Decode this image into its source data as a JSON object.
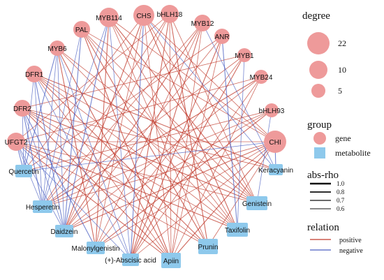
{
  "colors": {
    "gene": "#ee9a9a",
    "metabolite": "#8ec9ec",
    "positive": "#c0392b",
    "negative": "#4a5fc1"
  },
  "nodes": [
    {
      "id": "MYB114",
      "label": "MYB114",
      "type": "gene",
      "label_pos": "left"
    },
    {
      "id": "CHS",
      "label": "CHS",
      "type": "gene",
      "label_pos": "center"
    },
    {
      "id": "bHLH18",
      "label": "bHLH18",
      "type": "gene",
      "label_pos": "center"
    },
    {
      "id": "MYB12",
      "label": "MYB12",
      "type": "gene",
      "label_pos": "center"
    },
    {
      "id": "PAL",
      "label": "PAL",
      "type": "gene",
      "label_pos": "center"
    },
    {
      "id": "ANR",
      "label": "ANR",
      "type": "gene",
      "label_pos": "center"
    },
    {
      "id": "MYB6",
      "label": "MYB6",
      "type": "gene",
      "label_pos": "left"
    },
    {
      "id": "MYB1",
      "label": "MYB1",
      "type": "gene",
      "label_pos": "center"
    },
    {
      "id": "DFR1",
      "label": "DFR1",
      "type": "gene",
      "label_pos": "center"
    },
    {
      "id": "MYB24",
      "label": "MYB24",
      "type": "gene",
      "label_pos": "center"
    },
    {
      "id": "DFR2",
      "label": "DFR2",
      "type": "gene",
      "label_pos": "center"
    },
    {
      "id": "bHLH93",
      "label": "bHLH93",
      "type": "gene",
      "label_pos": "center"
    },
    {
      "id": "UFGT2",
      "label": "UFGT2",
      "type": "gene",
      "label_pos": "center"
    },
    {
      "id": "CHI",
      "label": "CHI",
      "type": "gene",
      "label_pos": "center"
    },
    {
      "id": "Quercetin",
      "label": "Quercetin",
      "type": "metabolite",
      "label_pos": "center"
    },
    {
      "id": "Keracyanin",
      "label": "Keracyanin",
      "type": "metabolite",
      "label_pos": "center"
    },
    {
      "id": "Hesperetin",
      "label": "Hesperetin",
      "type": "metabolite",
      "label_pos": "center"
    },
    {
      "id": "Genistein",
      "label": "Genistein",
      "type": "metabolite",
      "label_pos": "center"
    },
    {
      "id": "Daidzein",
      "label": "Daidzein",
      "type": "metabolite",
      "label_pos": "center"
    },
    {
      "id": "Taxifolin",
      "label": "Taxifolin",
      "type": "metabolite",
      "label_pos": "center"
    },
    {
      "id": "Malonylgenistin",
      "label": "Malonylgenistin",
      "type": "metabolite",
      "label_pos": "center"
    },
    {
      "id": "Prunin",
      "label": "Prunin",
      "type": "metabolite",
      "label_pos": "center"
    },
    {
      "id": "Abscisic",
      "label": "(+)-Abscisic acid",
      "type": "metabolite",
      "label_pos": "center"
    },
    {
      "id": "Apiin",
      "label": "Apiin",
      "type": "metabolite",
      "label_pos": "center"
    }
  ],
  "edges_positive": [
    [
      "MYB114",
      "Malonylgenistin"
    ],
    [
      "MYB114",
      "Prunin"
    ],
    [
      "MYB114",
      "Taxifolin"
    ],
    [
      "MYB114",
      "Genistein"
    ],
    [
      "MYB114",
      "CHI"
    ],
    [
      "CHS",
      "Apiin"
    ],
    [
      "CHS",
      "Daidzein"
    ],
    [
      "CHS",
      "Malonylgenistin"
    ],
    [
      "CHS",
      "Genistein"
    ],
    [
      "CHS",
      "Taxifolin"
    ],
    [
      "CHS",
      "Quercetin"
    ],
    [
      "bHLH18",
      "Apiin"
    ],
    [
      "bHLH18",
      "Prunin"
    ],
    [
      "bHLH18",
      "Hesperetin"
    ],
    [
      "bHLH18",
      "Genistein"
    ],
    [
      "bHLH18",
      "Abscisic"
    ],
    [
      "bHLH18",
      "UFGT2"
    ],
    [
      "MYB12",
      "Apiin"
    ],
    [
      "MYB12",
      "Daidzein"
    ],
    [
      "MYB12",
      "Malonylgenistin"
    ],
    [
      "MYB12",
      "Hesperetin"
    ],
    [
      "PAL",
      "Apiin"
    ],
    [
      "PAL",
      "Taxifolin"
    ],
    [
      "PAL",
      "Genistein"
    ],
    [
      "PAL",
      "Prunin"
    ],
    [
      "PAL",
      "CHI"
    ],
    [
      "ANR",
      "Apiin"
    ],
    [
      "ANR",
      "Abscisic"
    ],
    [
      "ANR",
      "Daidzein"
    ],
    [
      "ANR",
      "Quercetin"
    ],
    [
      "MYB6",
      "Apiin"
    ],
    [
      "MYB6",
      "Taxifolin"
    ],
    [
      "MYB6",
      "Genistein"
    ],
    [
      "MYB6",
      "Malonylgenistin"
    ],
    [
      "MYB1",
      "Malonylgenistin"
    ],
    [
      "MYB1",
      "Hesperetin"
    ],
    [
      "MYB1",
      "Abscisic"
    ],
    [
      "MYB1",
      "DFR2"
    ],
    [
      "DFR1",
      "Apiin"
    ],
    [
      "DFR1",
      "Prunin"
    ],
    [
      "DFR1",
      "Genistein"
    ],
    [
      "DFR1",
      "Taxifolin"
    ],
    [
      "DFR1",
      "Keracyanin"
    ],
    [
      "MYB24",
      "Daidzein"
    ],
    [
      "MYB24",
      "Apiin"
    ],
    [
      "MYB24",
      "Hesperetin"
    ],
    [
      "MYB24",
      "Abscisic"
    ],
    [
      "MYB24",
      "UFGT2"
    ],
    [
      "DFR2",
      "Apiin"
    ],
    [
      "DFR2",
      "Taxifolin"
    ],
    [
      "DFR2",
      "Prunin"
    ],
    [
      "DFR2",
      "Genistein"
    ],
    [
      "DFR2",
      "Keracyanin"
    ],
    [
      "bHLH93",
      "Daidzein"
    ],
    [
      "bHLH93",
      "Malonylgenistin"
    ],
    [
      "bHLH93",
      "Quercetin"
    ],
    [
      "bHLH93",
      "Hesperetin"
    ],
    [
      "UFGT2",
      "Taxifolin"
    ],
    [
      "UFGT2",
      "Prunin"
    ],
    [
      "UFGT2",
      "Genistein"
    ],
    [
      "UFGT2",
      "Apiin"
    ],
    [
      "UFGT2",
      "CHI"
    ],
    [
      "CHI",
      "Malonylgenistin"
    ],
    [
      "CHI",
      "Daidzein"
    ],
    [
      "CHI",
      "Abscisic"
    ],
    [
      "CHI",
      "Hesperetin"
    ],
    [
      "CHI",
      "Apiin"
    ],
    [
      "CHI",
      "Prunin"
    ],
    [
      "CHS",
      "CHI"
    ],
    [
      "MYB12",
      "Abscisic"
    ],
    [
      "bHLH18",
      "Daidzein"
    ]
  ],
  "edges_negative": [
    [
      "MYB114",
      "Daidzein"
    ],
    [
      "MYB114",
      "Hesperetin"
    ],
    [
      "MYB114",
      "Abscisic"
    ],
    [
      "CHS",
      "Abscisic"
    ],
    [
      "CHS",
      "Keracyanin"
    ],
    [
      "PAL",
      "Hesperetin"
    ],
    [
      "PAL",
      "Daidzein"
    ],
    [
      "MYB6",
      "Hesperetin"
    ],
    [
      "MYB6",
      "Daidzein"
    ],
    [
      "MYB6",
      "Quercetin"
    ],
    [
      "MYB6",
      "Abscisic"
    ],
    [
      "DFR1",
      "Hesperetin"
    ],
    [
      "DFR1",
      "Daidzein"
    ],
    [
      "DFR1",
      "Quercetin"
    ],
    [
      "DFR1",
      "Abscisic"
    ],
    [
      "DFR2",
      "Hesperetin"
    ],
    [
      "DFR2",
      "Daidzein"
    ],
    [
      "DFR2",
      "Quercetin"
    ],
    [
      "DFR2",
      "Malonylgenistin"
    ],
    [
      "UFGT2",
      "Hesperetin"
    ],
    [
      "UFGT2",
      "Daidzein"
    ],
    [
      "UFGT2",
      "Quercetin"
    ],
    [
      "UFGT2",
      "Abscisic"
    ],
    [
      "CHI",
      "Quercetin"
    ],
    [
      "CHI",
      "Keracyanin"
    ],
    [
      "MYB12",
      "Keracyanin"
    ],
    [
      "MYB1",
      "Taxifolin"
    ],
    [
      "ANR",
      "Taxifolin"
    ],
    [
      "bHLH93",
      "Genistein"
    ]
  ],
  "legend": {
    "degree_title": "degree",
    "degree_items": [
      {
        "label": "22",
        "value": 22
      },
      {
        "label": "10",
        "value": 10
      },
      {
        "label": "5",
        "value": 5
      }
    ],
    "group_title": "group",
    "group_items": [
      {
        "label": "gene",
        "kind": "gene"
      },
      {
        "label": "metabolite",
        "kind": "metabolite"
      }
    ],
    "absrho_title": "abs-rho",
    "absrho_items": [
      {
        "label": "1.0",
        "value": 1.0
      },
      {
        "label": "0.8",
        "value": 0.8
      },
      {
        "label": "0.7",
        "value": 0.7
      },
      {
        "label": "0.6",
        "value": 0.6
      }
    ],
    "relation_title": "relation",
    "relation_items": [
      {
        "label": "positive",
        "kind": "positive"
      },
      {
        "label": "negative",
        "kind": "negative"
      }
    ]
  }
}
